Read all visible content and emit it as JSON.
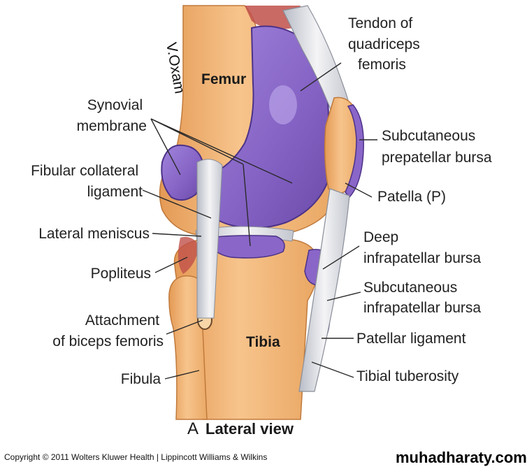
{
  "labels": {
    "tendon_quadriceps": [
      "Tendon of",
      "quadriceps",
      "femoris"
    ],
    "femur": "Femur",
    "synovial_membrane": [
      "Synovial",
      "membrane"
    ],
    "subcutaneous_prepatellar": [
      "Subcutaneous",
      "prepatellar bursa"
    ],
    "fibular_collateral": [
      "Fibular collateral",
      "ligament"
    ],
    "patella": "Patella (P)",
    "lateral_meniscus": "Lateral meniscus",
    "deep_infrapatellar": [
      "Deep",
      "infrapatellar bursa"
    ],
    "popliteus": "Popliteus",
    "subcutaneous_infrapatellar": [
      "Subcutaneous",
      "infrapatellar bursa"
    ],
    "attachment_biceps": [
      "Attachment",
      "of biceps femoris"
    ],
    "tibia": "Tibia",
    "patellar_ligament": "Patellar ligament",
    "fibula": "Fibula",
    "tibial_tuberosity": "Tibial tuberosity"
  },
  "caption": {
    "letter": "A",
    "text": "Lateral view"
  },
  "signature": "V.Oxam",
  "copyright": "Copyright © 2011 Wolters Kluwer Health | Lippincott Williams & Wilkins",
  "watermark": "muhadharaty.com",
  "colors": {
    "bone": "#f2b878",
    "bone_dark": "#d98f4a",
    "bursa": "#8a66c8",
    "bursa_dark": "#5c3f9a",
    "ligament": "#e8e8ec",
    "muscle_red": "#c0504a"
  }
}
